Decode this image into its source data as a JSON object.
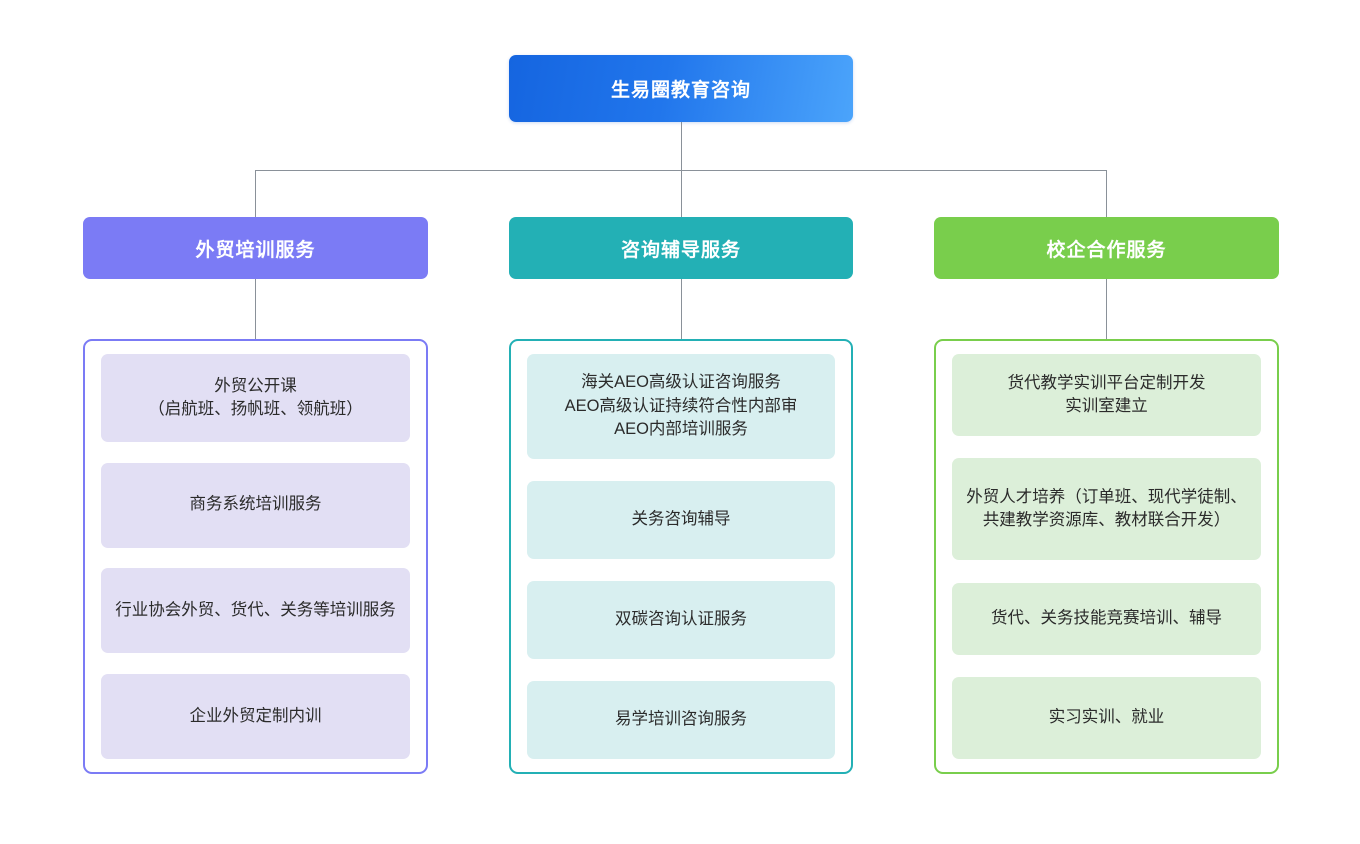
{
  "diagram": {
    "type": "organization-tree",
    "root": {
      "label": "生易圈教育咨询",
      "color": "#2176ec"
    },
    "branches": [
      {
        "label": "外贸培训服务",
        "color": "#7b7bf5",
        "leaf_color": "#e2dff4",
        "items": [
          {
            "text": "外贸公开课\n（启航班、扬帆班、领航班）"
          },
          {
            "text": "商务系统培训服务"
          },
          {
            "text": "行业协会外贸、货代、关务等培训服务"
          },
          {
            "text": "企业外贸定制内训"
          }
        ]
      },
      {
        "label": "咨询辅导服务",
        "color": "#23b0b5",
        "leaf_color": "#d8eff0",
        "items": [
          {
            "text": "海关AEO高级认证咨询服务\nAEO高级认证持续符合性内部审\nAEO内部培训服务"
          },
          {
            "text": "关务咨询辅导"
          },
          {
            "text": "双碳咨询认证服务"
          },
          {
            "text": "易学培训咨询服务"
          }
        ]
      },
      {
        "label": "校企合作服务",
        "color": "#79ce4c",
        "leaf_color": "#dcefd9",
        "items": [
          {
            "text": "货代教学实训平台定制开发\n实训室建立"
          },
          {
            "text": "外贸人才培养（订单班、现代学徒制、共建教学资源库、教材联合开发）"
          },
          {
            "text": "货代、关务技能竞赛培训、辅导"
          },
          {
            "text": "实习实训、就业"
          }
        ]
      }
    ],
    "connector_color": "#8a9199"
  }
}
